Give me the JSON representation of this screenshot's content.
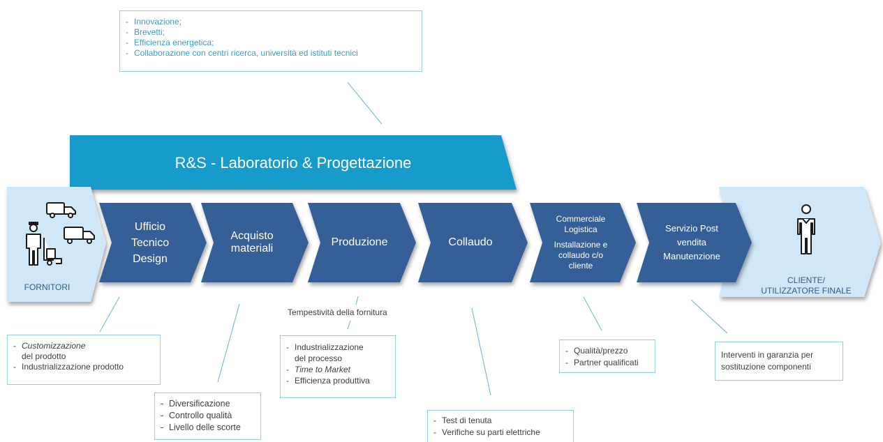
{
  "colors": {
    "banner": "#179bcb",
    "chevron": "#355f97",
    "endcap": "#cfe7f7",
    "note_border": "#8fcfe6",
    "connector": "#7fbfd6",
    "text_dark": "#404040"
  },
  "banner": {
    "title": "R&S - Laboratorio & Progettazione"
  },
  "top_note": {
    "items": [
      "Innovazione;",
      "Brevetti;",
      "Efficienza energetica;",
      "Collaborazione con centri ricerca, università ed istituti tecnici"
    ]
  },
  "start": {
    "label": "FORNITORI",
    "icon": "suppliers-delivery-icon"
  },
  "end": {
    "line1": "CLIENTE/",
    "line2": "UTILIZZATORE FINALE",
    "icon": "customer-person-icon"
  },
  "stages": [
    {
      "lines": [
        "Ufficio",
        "Tecnico",
        "Design"
      ]
    },
    {
      "lines": [
        "Acquisto",
        "materiali"
      ]
    },
    {
      "lines": [
        "Produzione"
      ]
    },
    {
      "lines": [
        "Collaudo"
      ]
    },
    {
      "lines": [
        "Commerciale",
        "Logistica",
        "Installazione e",
        "collaudo c/o",
        "cliente"
      ]
    },
    {
      "lines": [
        "Servizio Post",
        "vendita",
        "Manutenzione"
      ]
    }
  ],
  "production_caption": "Tempestività della fornitura",
  "notes": {
    "design": {
      "line1_italic": "Customizzazione",
      "line1_rest": "del prodotto",
      "line2": "Industrializzazione prodotto"
    },
    "purchase": {
      "items": [
        "Diversificazione",
        "Controllo qualità",
        "Livello delle scorte"
      ]
    },
    "production": {
      "item1": "Industrializzazione",
      "item1_rest": "del processo",
      "item2_italic": "Time to Market",
      "item3": "Efficienza produttiva"
    },
    "testing": {
      "items": [
        "Test di tenuta",
        "Verifiche su parti elettriche"
      ]
    },
    "commercial": {
      "items": [
        "Qualità/prezzo",
        "Partner qualificati"
      ]
    },
    "service": {
      "line1": "Interventi in garanzia per",
      "line2": "sostituzione componenti"
    }
  }
}
